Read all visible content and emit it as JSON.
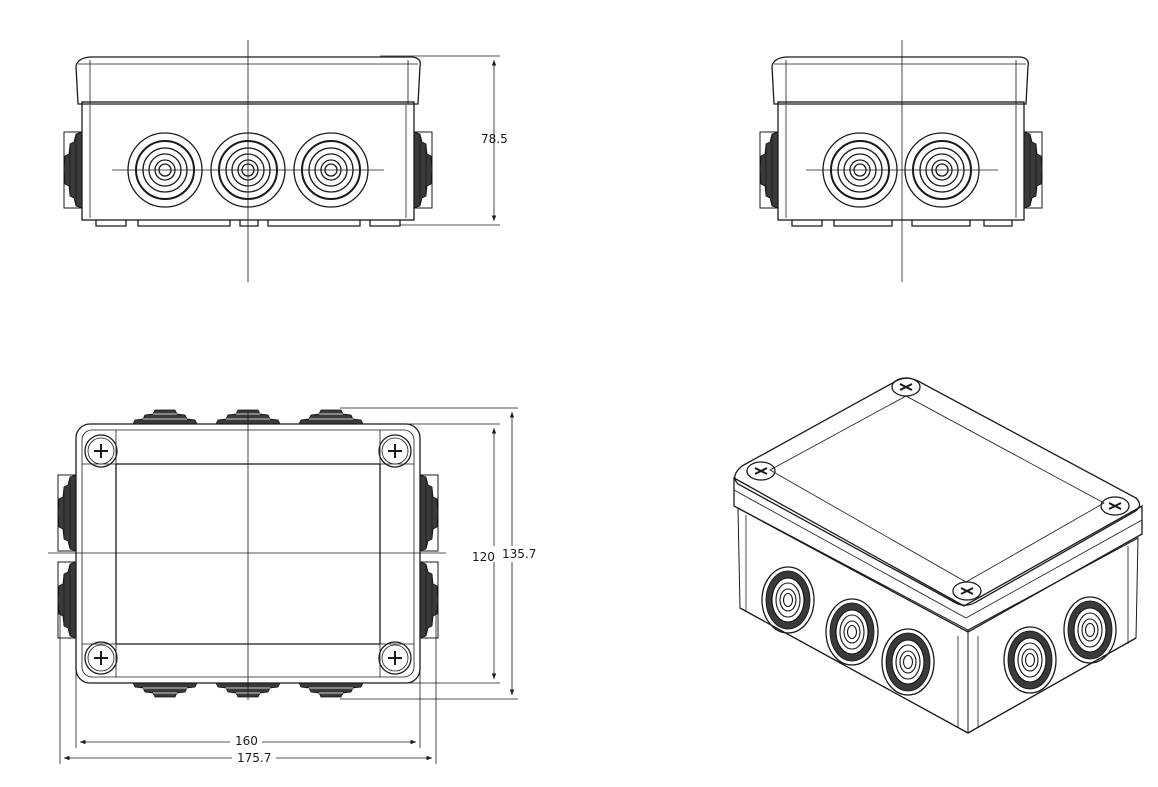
{
  "dimensions": {
    "height": "78.5",
    "inner_depth": "120",
    "outer_depth": "135.7",
    "inner_width": "160",
    "outer_width": "175.7"
  }
}
